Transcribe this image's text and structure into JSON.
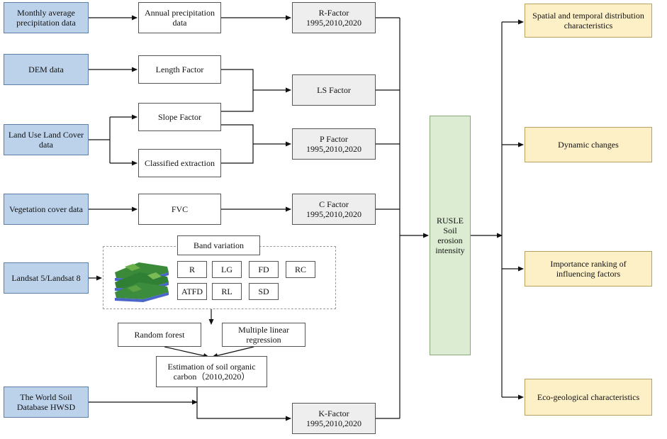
{
  "inputs": {
    "precip": "Monthly average precipitation data",
    "dem": "DEM data",
    "lulc": "Land Use Land Cover data",
    "veg": "Vegetation cover data",
    "landsat": "Landsat 5/Landsat 8",
    "hwsd": "The World Soil Database HWSD"
  },
  "process": {
    "annual_precip": "Annual precipitation data",
    "length": "Length Factor",
    "slope": "Slope Factor",
    "classified": "Classified extraction",
    "fvc": "FVC",
    "band_variation": "Band variation",
    "bands": [
      "R",
      "LG",
      "FD",
      "RC",
      "ATFD",
      "RL",
      "SD"
    ],
    "random_forest": "Random forest",
    "mlr": "Multiple linear regression",
    "soc": "Estimation of soil organic carbon（2010,2020）"
  },
  "factors": {
    "r": {
      "name": "R-Factor",
      "years": "1995,2010,2020"
    },
    "ls": {
      "name": "LS Factor"
    },
    "p": {
      "name": "P Factor",
      "years": "1995,2010,2020"
    },
    "c": {
      "name": "C Factor",
      "years": "1995,2010,2020"
    },
    "k": {
      "name": "K-Factor",
      "years": "1995,2010,2020"
    }
  },
  "rusle": {
    "line1": "RUSLE",
    "line2": "Soil",
    "line3": "erosion",
    "line4": "intensity"
  },
  "outputs": {
    "spatial": "Spatial and temporal distribution characteristics",
    "dynamic": "Dynamic changes",
    "importance": "Importance ranking of influencing factors",
    "eco": "Eco-geological characteristics"
  },
  "colors": {
    "input": "#bcd2ea",
    "factor": "#eeeeee",
    "rusle": "#dcecd2",
    "output": "#fdefc6"
  }
}
